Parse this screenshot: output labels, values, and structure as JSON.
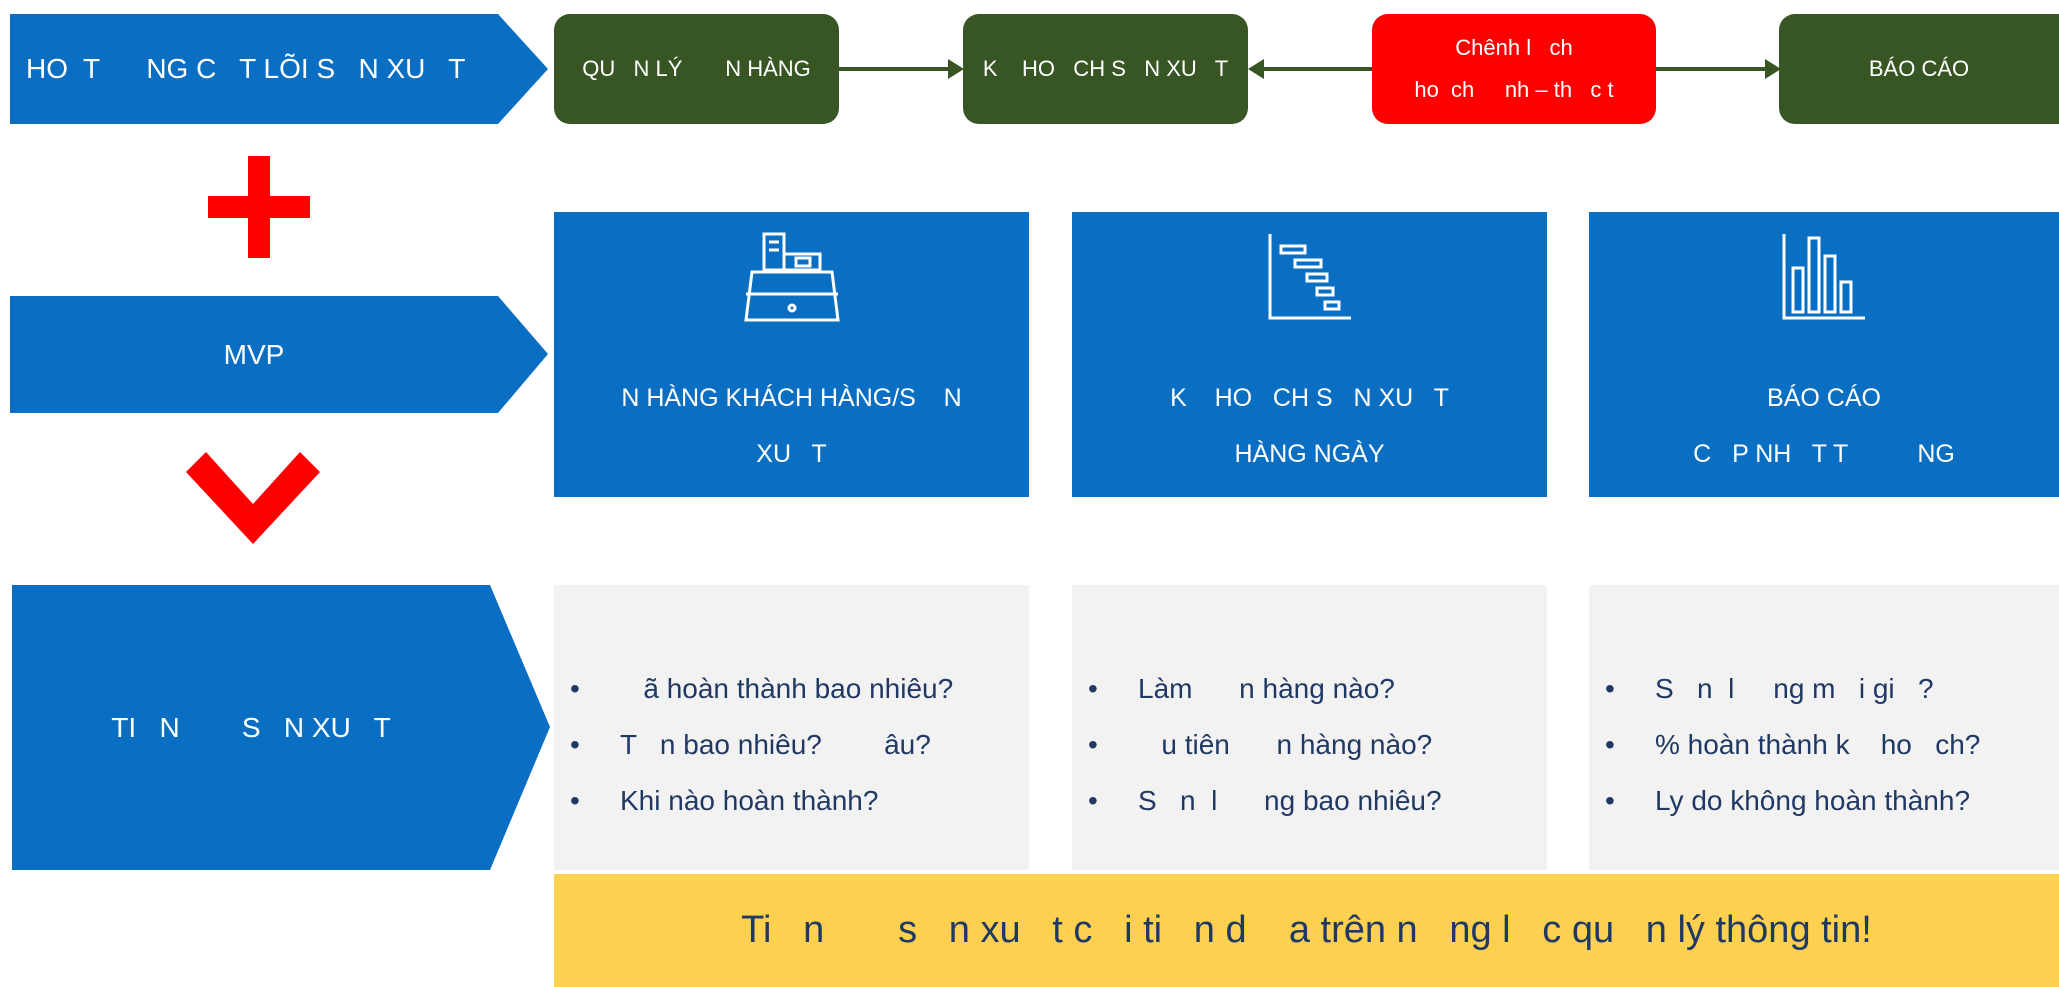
{
  "colors": {
    "blue": "#0a6fc2",
    "green": "#375623",
    "red": "#ff0000",
    "grey": "#f2f2f2",
    "yellow": "#fdd04f",
    "navy": "#1f3864"
  },
  "top_row": {
    "chevron": "HO  T      NG C   T LÕI S   N XU   T",
    "steps": [
      {
        "label": "QU   N LÝ       N HÀNG"
      },
      {
        "label": "K    HO   CH S   N XU   T"
      },
      {
        "line1": "Chênh l   ch",
        "line2": "ho  ch     nh – th   c t"
      },
      {
        "label": "BÁO CÁO"
      }
    ]
  },
  "middle_row": {
    "chevron": "MVP",
    "cards": [
      {
        "icon": "cash-register-icon",
        "line1": "N HÀNG KHÁCH HÀNG/S    N",
        "line2": "XU   T"
      },
      {
        "icon": "gantt-chart-icon",
        "line1": "K    HO   CH S   N XU   T",
        "line2": "HÀNG NGÀY"
      },
      {
        "icon": "bar-chart-icon",
        "line1": "BÁO CÁO",
        "line2": "C   P NH   T T          NG"
      }
    ]
  },
  "bottom_row": {
    "chevron": "TI   N        S   N XU   T",
    "columns": [
      {
        "items": [
          "   ã hoàn thành bao nhiêu?",
          "T   n bao nhiêu?        âu?",
          "Khi nào hoàn thành?"
        ]
      },
      {
        "items": [
          "Làm      n hàng nào?",
          "   u tiên      n hàng nào?",
          "S   n  l      ng bao nhiêu?"
        ]
      },
      {
        "items": [
          "S   n  l     ng m   i gi   ?",
          "% hoàn thành k    ho   ch?",
          "Ly do không hoàn thành?"
        ]
      }
    ]
  },
  "banner": "Ti   n       s   n xu   t c   i ti   n d    a trên n   ng l   c qu   n lý thông tin!",
  "symbols": {
    "plus": "plus-icon",
    "down": "chevron-down-icon"
  }
}
